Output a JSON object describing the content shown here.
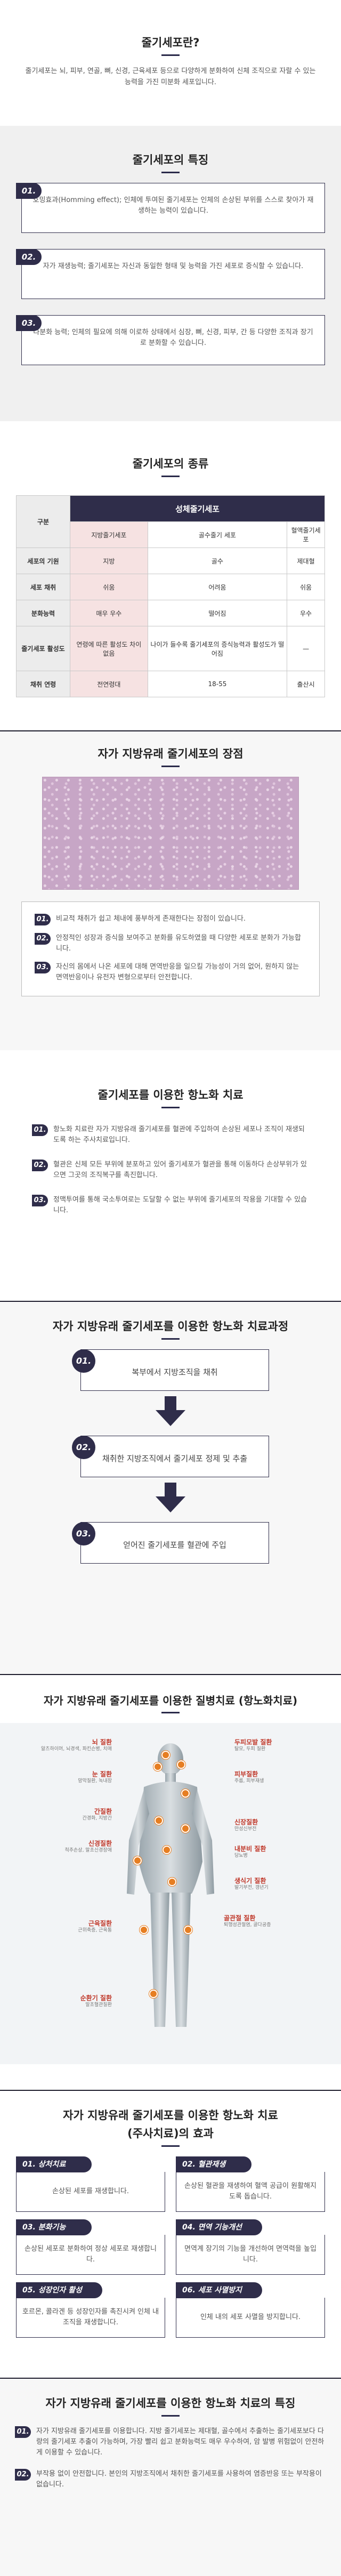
{
  "sec1": {
    "title": "줄기세포란?",
    "desc": "줄기세포는 뇌, 피부, 연골, 뼈, 신경, 근육세포 등으로 다양하게 분화하여 신체 조직으로 자랄 수 있는 능력을 가진 미분화 세포입니다."
  },
  "sec2": {
    "title": "줄기세포의 특징",
    "items": [
      {
        "num": "01.",
        "text": "호밍효과(Homming effect); 인체에 투여된 줄기세포는 인체의 손상된 부위를 스스로 찾아가 재생하는 능력이 있습니다."
      },
      {
        "num": "02.",
        "text": "자가 재생능력; 줄기세포는 자신과 동일한 형태 및 능력을 가진 세포로 증식할 수 있습니다."
      },
      {
        "num": "03.",
        "text": "다분화 능력; 인체의 필요에 의해 이로하 상태에서 심장, 뼈, 신경, 피부, 간 등 다양한 조직과 장기로 분화할 수 있습니다."
      }
    ]
  },
  "sec3": {
    "title": "줄기세포의 종류",
    "table": {
      "corner": "구분",
      "group": "성체줄기세포",
      "cols": [
        "지방줄기세포",
        "골수줄기 세포",
        "혈액줄기세포"
      ],
      "rows": [
        {
          "label": "세포의 기원",
          "cells": [
            "지방",
            "골수",
            "제대혈"
          ]
        },
        {
          "label": "세포 채취",
          "cells": [
            "쉬움",
            "어려움",
            "쉬움"
          ]
        },
        {
          "label": "분화능력",
          "cells": [
            "매우 우수",
            "떨어짐",
            "우수"
          ]
        },
        {
          "label": "줄기세포 활성도",
          "cells": [
            "연령에 따른 활성도 차이 없음",
            "나이가 들수록 줄기세포의 증식능력과 활성도가 떨어짐",
            "—"
          ]
        },
        {
          "label": "채취 연령",
          "cells": [
            "전연령대",
            "18-55",
            "출산시"
          ]
        }
      ]
    }
  },
  "sec4": {
    "title": "자가 지방유래 줄기세포의 장점",
    "items": [
      {
        "num": "01.",
        "text": "비교적 채취가 쉽고 체내에 풍부하게 존재한다는 장점이 있습니다."
      },
      {
        "num": "02.",
        "text": "안정적인 성장과 증식을 보여주고 분화를 유도하였을 때 다양한 세포로 분화가 가능합니다."
      },
      {
        "num": "03.",
        "text": "자신의 몸에서 나온 세포에 대해 면역반응을 일으킬 가능성이 거의 없어, 원하지 않는 면역반응이나 유전자 변형으로부터 안전합니다."
      }
    ]
  },
  "sec5": {
    "title": "줄기세포를 이용한 항노화 치료",
    "items": [
      {
        "num": "01.",
        "text": "항노화 치료란 자가 지방유래 줄기세포를 혈관에 주입하여 손상된 세포나 조직이 재생되도록 하는 주사치료입니다."
      },
      {
        "num": "02.",
        "text": "혈관은 신체 모든 부위에 분포하고 있어 줄기세포가 혈관을 통해 이동하다 손상부위가 있으면 그곳의 조직복구를 촉진합니다."
      },
      {
        "num": "03.",
        "text": "정맥투여를 통해 국소투여로는 도달할 수 없는 부위에 줄기세포의 작용을 기대할 수 있습니다."
      }
    ]
  },
  "sec6": {
    "title": "자가 지방유래 줄기세포를 이용한 항노화 치료과정",
    "steps": [
      {
        "num": "01.",
        "text": "복부에서 지방조직을 채취"
      },
      {
        "num": "02.",
        "text": "채취한 지방조직에서 줄기세포 정제 및 추출"
      },
      {
        "num": "03.",
        "text": "얻어진 줄기세포를 혈관에 주입"
      }
    ]
  },
  "sec7": {
    "title": "자가 지방유래 줄기세포를 이용한 질병치료 (항노화치료)",
    "left": [
      {
        "name": "뇌 질환",
        "desc": "알츠하이머, 뇌경색, 파킨슨병, 치매"
      },
      {
        "name": "눈 질환",
        "desc": "망막질환, 녹내장"
      },
      {
        "name": "간질환",
        "desc": "간경화, 지방간"
      },
      {
        "name": "신경질환",
        "desc": "척추손상, 말초신경장애"
      },
      {
        "name": "근육질환",
        "desc": "근위축증, 근육통"
      },
      {
        "name": "순환기 질환",
        "desc": "말초혈관질환"
      }
    ],
    "right": [
      {
        "name": "두피모발 질환",
        "desc": "탈모, 두피 질환"
      },
      {
        "name": "피부질환",
        "desc": "주름, 피부재생"
      },
      {
        "name": "신장질환",
        "desc": "만성신부전"
      },
      {
        "name": "내분비 질환",
        "desc": "당뇨병"
      },
      {
        "name": "생식기 질환",
        "desc": "발기부전, 갱년기"
      },
      {
        "name": "골관절 질환",
        "desc": "퇴행성관절염, 골다공증"
      }
    ]
  },
  "sec8": {
    "title": "자가 지방유래 줄기세포를 이용한 항노화 치료",
    "subtitle": "(주사치료)의 효과",
    "items": [
      {
        "tag": "01. 상처치료",
        "text": "손상된 세포를 재생합니다."
      },
      {
        "tag": "02. 혈관재생",
        "text": "손상된 혈관을 재생하여 혈액 공급이 원활해지도록 돕습니다."
      },
      {
        "tag": "03. 분화기능",
        "text": "손상된 세포로 분화하여 정상 세포로 재생합니다."
      },
      {
        "tag": "04. 면역 기능개선",
        "text": "면역계 장기의 기능을 개선하여 면역력을 높입니다."
      },
      {
        "tag": "05. 성장인자 활성",
        "text": "호르몬, 콜라겐 등 성장인자를 촉진시켜 인체 내 조직을 재생합니다."
      },
      {
        "tag": "06. 세포 사멸방지",
        "text": "인체 내의 세포 사멸을 방지합니다."
      }
    ]
  },
  "sec9": {
    "title": "자가 지방유래 줄기세포를 이용한 항노화 치료의 특징",
    "items": [
      {
        "num": "01.",
        "text": "자가 지방유래 줄기세포를 이용합니다. 지방 줄기세포는 제대혈, 골수에서 추출하는 줄기세포보다 다량의 줄기세포 추출이 가능하며, 가장 빨리 쉽고 분화능력도 매우 우수하여, 암 발병 위험없이 안전하게 이용할 수 있습니다."
      },
      {
        "num": "02.",
        "text": "부작용 없이 안전합니다. 본인의 지방조직에서 채취한 줄기세포를 사용하여 염증반응 또는 부작용이 없습니다."
      }
    ]
  }
}
